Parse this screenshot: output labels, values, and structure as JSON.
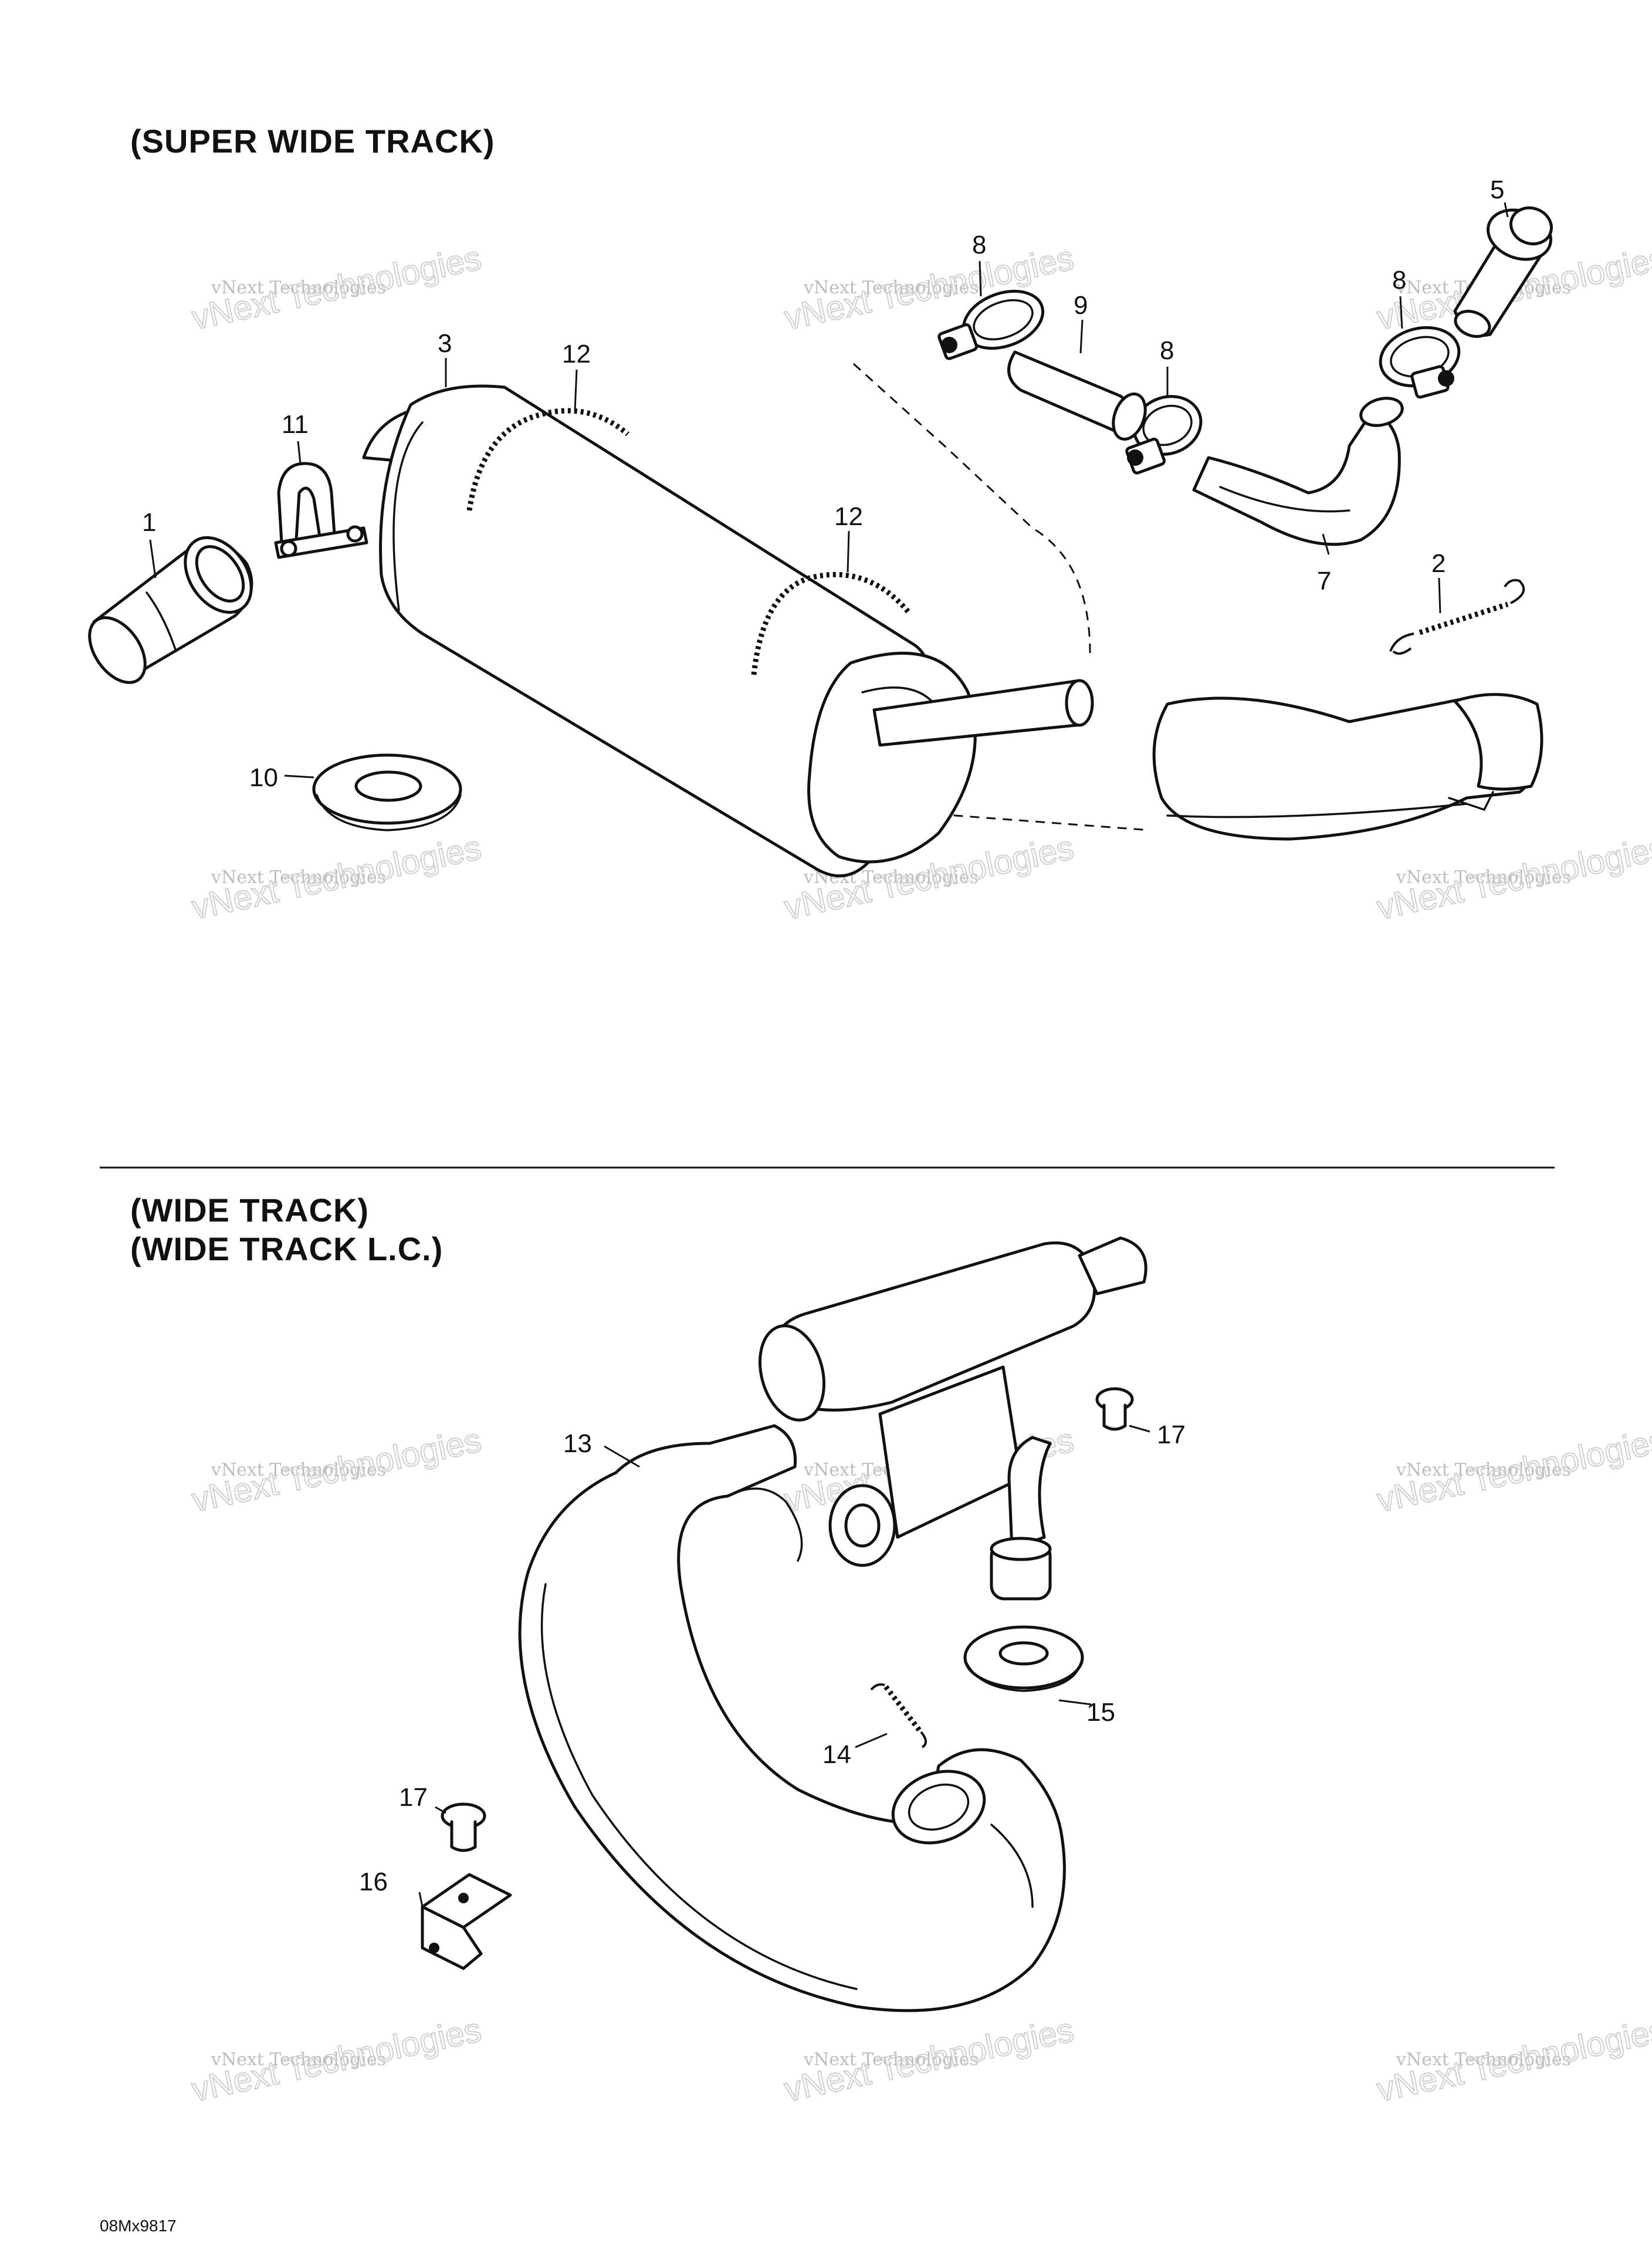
{
  "headings": {
    "super_wide": "(SUPER WIDE TRACK)",
    "wide": "(WIDE TRACK)",
    "wide_lc": "(WIDE TRACK L.C.)"
  },
  "drawing_code": "08Mx9817",
  "watermark": {
    "line1": "vNext Technologies",
    "line2": "vNext Technologies"
  },
  "callouts": {
    "p1": "1",
    "p2": "2",
    "p3": "3",
    "p5": "5",
    "p7": "7",
    "p8a": "8",
    "p8b": "8",
    "p8c": "8",
    "p9": "9",
    "p10": "10",
    "p11": "11",
    "p12a": "12",
    "p12b": "12",
    "p13": "13",
    "p14": "14",
    "p15": "15",
    "p16": "16",
    "p17a": "17",
    "p17b": "17"
  }
}
